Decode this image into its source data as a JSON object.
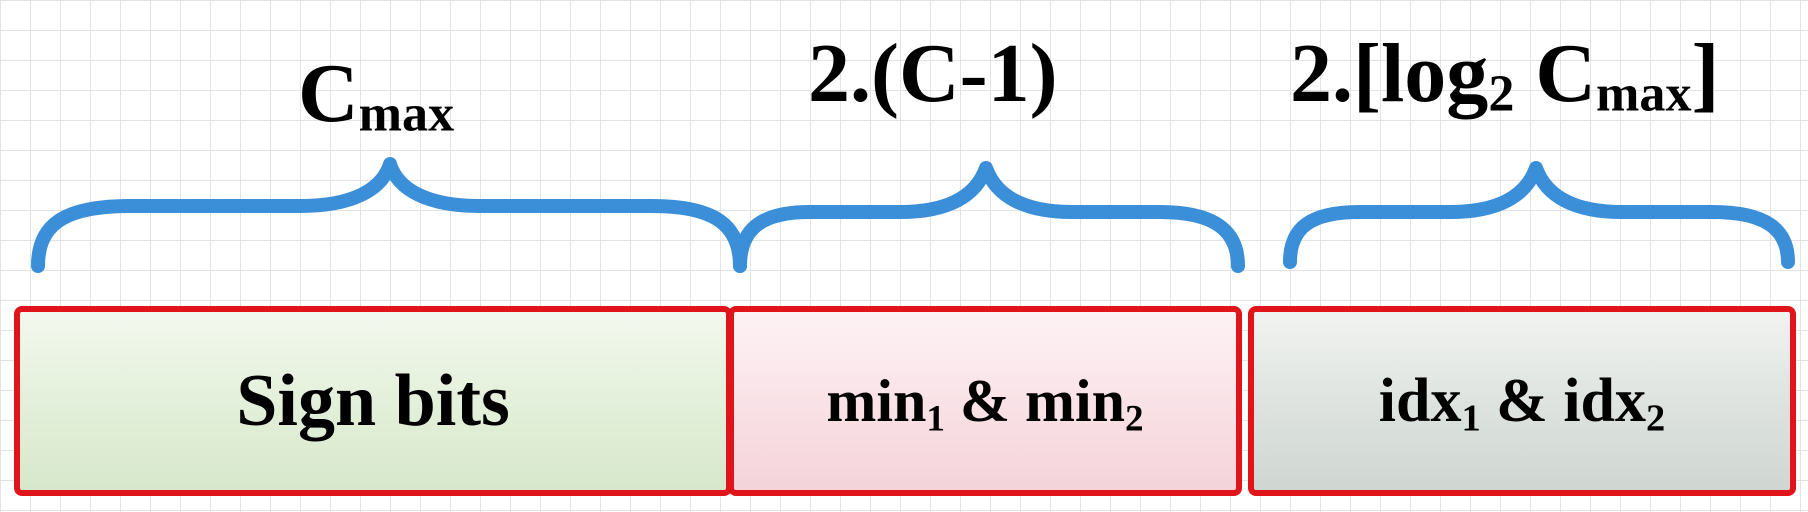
{
  "diagram": {
    "segments": [
      {
        "size_label": {
          "main": "C",
          "sub": "max"
        },
        "field_label": {
          "text": "Sign bits"
        }
      },
      {
        "size_label": {
          "text": "2.(C-1)"
        },
        "field_label": {
          "part1": "min",
          "sub1": "1",
          "joiner": " & ",
          "part2": "min",
          "sub2": "2"
        }
      },
      {
        "size_label": {
          "prefix": "2.[log",
          "sub_base": "2",
          "middle": " C",
          "sub_max": "max",
          "suffix": "]"
        },
        "field_label": {
          "part1": "idx",
          "sub1": "1",
          "joiner": " & ",
          "part2": "idx",
          "sub2": "2"
        }
      }
    ],
    "colors": {
      "brace": "#3b8fd9",
      "field_border": "#e0141b",
      "field_fill_sign": "#e2efd9",
      "field_fill_min": "#f9e1e6",
      "field_fill_idx": "#dde2de",
      "grid": "#e3e3e3"
    }
  }
}
